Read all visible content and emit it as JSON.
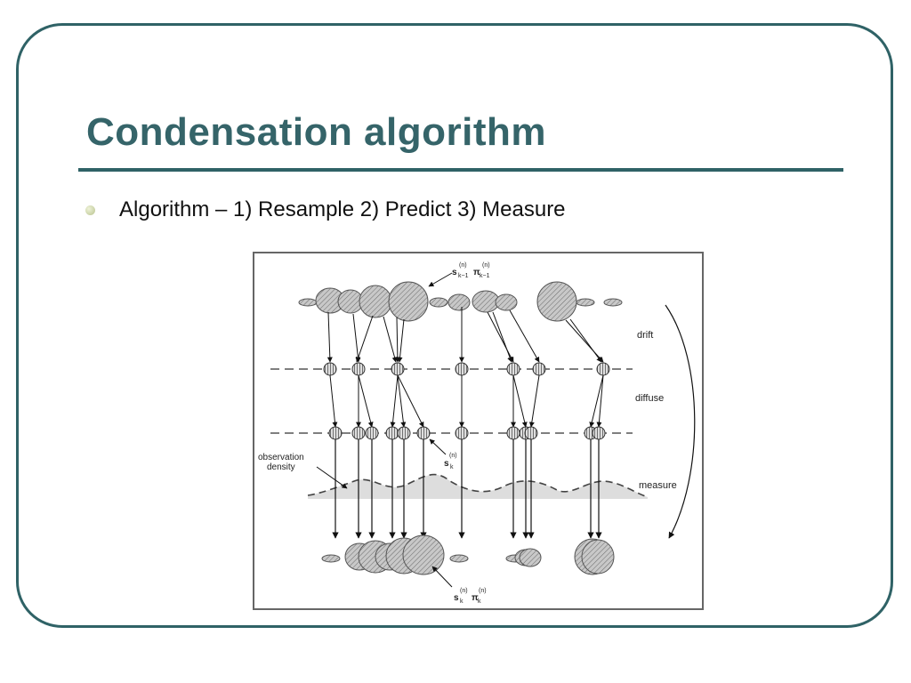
{
  "slide": {
    "title": "Condensation algorithm",
    "bullet": "Algorithm – 1) Resample 2) Predict 3) Measure"
  },
  "figure": {
    "stage_labels": {
      "drift": "drift",
      "diffuse": "diffuse",
      "measure": "measure"
    },
    "observation_label": {
      "line1": "observation",
      "line2": "density"
    },
    "top_label": {
      "s": "s",
      "s_sup": "(n)",
      "s_sub": "k−1",
      "pi": "π",
      "pi_sup": "(n)",
      "pi_sub": "k−1"
    },
    "mid_label": {
      "s": "s",
      "s_sup": "(n)",
      "s_sub": "k"
    },
    "bottom_label": {
      "s": "s",
      "s_sup": "(n)",
      "s_sub": "k",
      "pi": "π",
      "pi_sup": "(n)",
      "pi_sub": "k"
    }
  },
  "colors": {
    "frame": "#2f6266",
    "title": "#356469",
    "bullet": "#b9c38f"
  }
}
